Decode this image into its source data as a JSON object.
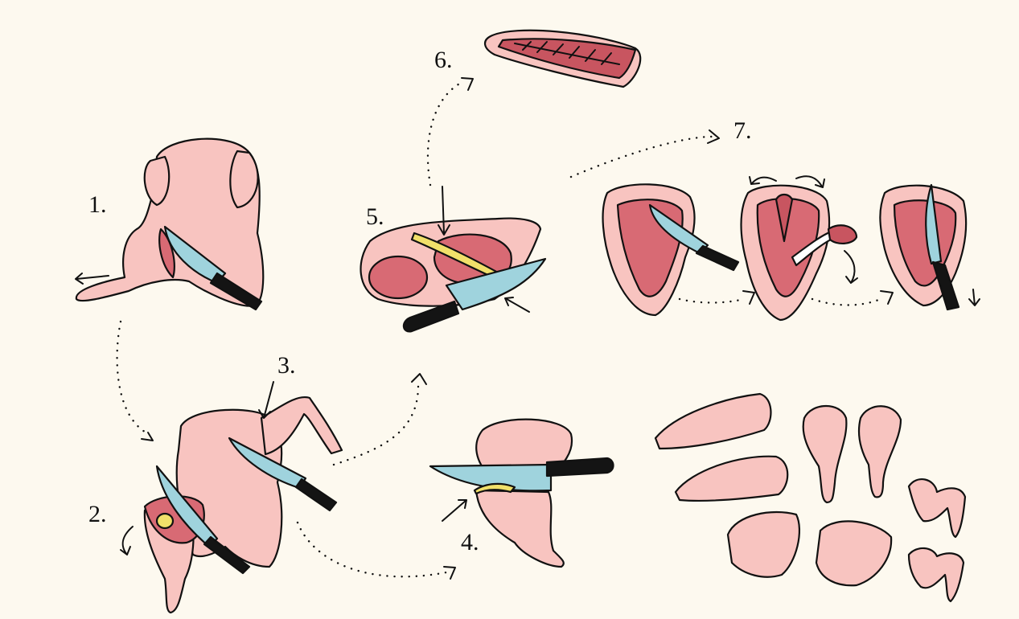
{
  "steps": [
    {
      "number": "1."
    },
    {
      "number": "2."
    },
    {
      "number": "3."
    },
    {
      "number": "4."
    },
    {
      "number": "5."
    },
    {
      "number": "6."
    },
    {
      "number": "7."
    }
  ],
  "colors": {
    "background": "#fdf9ef",
    "skin": "#f8c4c0",
    "meat": "#d86a74",
    "fat": "#f1e06a",
    "blade": "#9fd3dd",
    "handle": "#141414"
  },
  "icons": [
    "knife-icon",
    "arrow-icon",
    "dotted-path"
  ]
}
